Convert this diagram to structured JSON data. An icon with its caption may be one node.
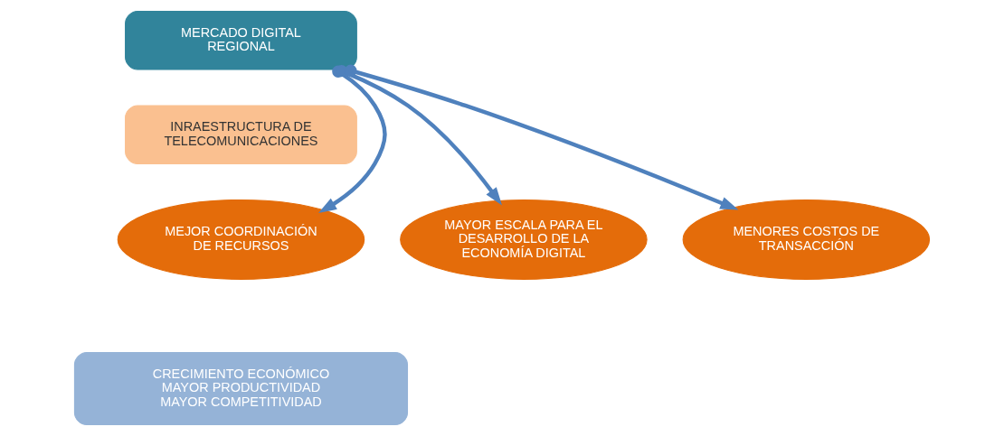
{
  "diagram": {
    "nodes": [
      {
        "text": [
          "MERCADO DIGITAL REGIONAL"
        ]
      },
      {
        "text": [
          "INRAESTRUCTURA DE TELECOMUNICACIONES"
        ]
      },
      {
        "text": [
          "MAYOR ESCALA PARA EL DESARROLLO DE LA ECONOMÍA DIGITAL"
        ]
      },
      {
        "text": [
          "MEJOR COORDINACIÓN DE RECURSOS"
        ]
      },
      {
        "text": [
          "MENORES COSTOS DE TRANSACCIÓN"
        ]
      },
      {
        "text": [
          "CRECIMIENTO ECONÓMICO",
          "MAYOR PRODUCTIVIDAD",
          "MAYOR COMPETITIVIDAD"
        ]
      }
    ],
    "edges": [
      {
        "from": 0,
        "to": 2,
        "arrow": "to"
      },
      {
        "from": 0,
        "to": 3,
        "arrow": "to"
      },
      {
        "from": 0,
        "to": 4,
        "arrow": "to"
      }
    ]
  }
}
